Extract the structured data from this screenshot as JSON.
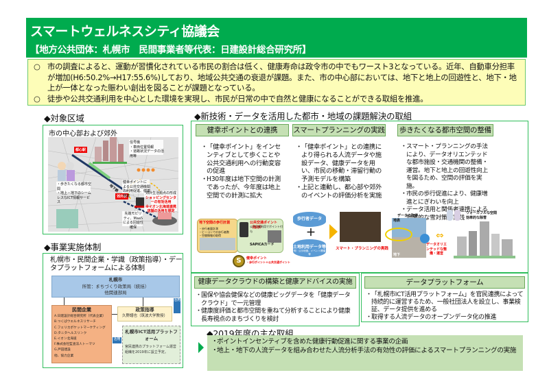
{
  "header": {
    "title": "スマートウェルネスシティ協議会",
    "subtitle": "【地方公共団体：札幌市　民間事業者等代表：日建設計総合研究所】"
  },
  "summary": {
    "items": [
      {
        "bullet": "○",
        "text": "市の調査によると、運動が習慣化されている市民の割合は低く、健康寿命は政令市の中でもワースト3となっている。近年、自動車分担率が増加(H6:50.2%→H17:55.6%)しており、地域公共交通の衰退が課題。また、市の中心部においては、地下と地上の回遊性と、地下・地上が一体となった賑わい創出を図ることが課題となっている。"
      },
      {
        "bullet": "○",
        "text": "徒歩や公共交通利用を中心とした環境を実現し、市民が日常の中で自然と健康になることができる取組を推進。"
      }
    ]
  },
  "target_area": {
    "heading": "◆対象区域",
    "caption": "市の中心部および郊外",
    "map_labels": {
      "central_station": "都心駅",
      "suburb_station": "郊外駅",
      "underground": "地下鉄",
      "info_note": "信号機\n・車両位置情報\n・道路状況データの活用等",
      "walkable_note": "・歩きたくなる都市空間\n・地上・地下のシームレスなICT情報サービス",
      "health_point_note": "健幸ポイントによる公共交通機関の利用促進、健康増進",
      "suburb_hub": "郊外生活拠点の形成",
      "shopping_center": "ショッピングセンターの有効活用",
      "aeon_note": "※イオン北海道連携店舗の活用を想定",
      "mobility_note": "先端モビリティ、MaaSによる回遊性確保"
    }
  },
  "org": {
    "heading": "◆事業実施体制",
    "caption": "札幌市・民間企業・学識（政策指導）・データプラットフォームによる体制",
    "city": {
      "name": "札幌市",
      "line2": "所管：まちづくり政策局（統括）",
      "line3": "他関連部局"
    },
    "private": {
      "name": "民間企業",
      "members": [
        "A.日建設計総合研究所（代表企業）",
        "B.つくばウエルネスリサーチ",
        "C.フェリカポケットマーケティング",
        "D.タニタヘルスリンク",
        "E.イオン北海道",
        "F.株式会社監査法人トーマツ",
        "G.戸田建設",
        "他、協力企業"
      ]
    },
    "policy": {
      "name": "政策指導",
      "person": "久野譜也（筑波大学教授）"
    },
    "platform": {
      "name": "札幌市ICT活用プラットフォーム",
      "note": "官民連携のプラットフォーム運営組織を2019年に設立予定。"
    },
    "tag_use": "活用"
  },
  "initiatives": {
    "heading": "◆新技術・データを活用した都市・地域の課題解決の取組",
    "columns": [
      {
        "title": "健幸ポイントとの連携",
        "bullets": [
          "「健幸ポイント」をインセンティブとして歩くことや公共交通利用への行動変容の促進",
          "H30年度は地下空間の計測であったが、今年度は地上空間での計測に拡大"
        ]
      },
      {
        "title": "スマートプランニングの実践",
        "bullets": [
          "「健幸ポイント」との連携により得られる人流データや施設データ、健康データを用い、市民の移動・滞留行動の予測モデルを構築",
          "上記と連動し、都心部や郊外のイベントの評価分析を実施"
        ]
      },
      {
        "title": "歩きたくなる都市空間の整備",
        "bullets": [
          "スマート・プランニングの手法により、データオリエンテッドな都市施設・交通機関の整備・運営。地下と地上の回遊性向上を図るため、空間の評価を実施。",
          "市民の歩行促進により、健康増進とにぎわいを向上",
          "データ活用と関係者連携による効率的な雪対策の実践"
        ]
      }
    ],
    "figure_labels": {
      "underground_measure": "地下空間の歩行計測",
      "measure_sub": "・歩行者量計測\n・ビーコンでの歩行者数\n・空間情報の取得",
      "transit_point": "公共交通ポイント（既存）",
      "transit_sub": "公共交通利用でポイント付与",
      "sapica": "SAPICAカード",
      "health_point": "健幸ポイント",
      "health_point_sub": "・歩行ポイント＋公共交通ポイント",
      "pedestrian_data": "歩行者データ",
      "land_use_data": "土地利用データ等",
      "land_use_sub": "例）公示地価、イベント開催等",
      "smart_planning": "スマート・プランニングの実践",
      "data_acquisition": "データの取得",
      "ground": "地表",
      "underground": "地下",
      "data_oriented": "データオリエンテッドな整備・運営",
      "walkable": "ウォーカブルな空間",
      "snow": "効率的な除雪"
    },
    "lower": [
      {
        "title": "健康データクラウドの構築と健康アドバイスの実施",
        "bullets": [
          "国保や協会健保などの健康ビッグデータを「健康データクラウド」で一元管理",
          "健康度評価と都市空間を重ねて分析することにより健康長寿視点のまちづくりを検討"
        ]
      },
      {
        "title": "データプラットフォーム",
        "bullets": [
          "「札幌市ICT活用プラットフォーム」を官民連携によって持続的に運営するため、一般社団法人を設立し、事業検証、データ提供を進める",
          "取得する人流データのオープンデータ化の推進"
        ]
      }
    ]
  },
  "fy2019": {
    "heading": "◆2019年度の主な取組",
    "bullets": [
      "ポイントインセンティブを含めた健康行動促進に関する事業の企画",
      "地上・地下の人流データを組み合わせた人流分析手法の有効性の評価によるスマートプランニングの実施"
    ]
  },
  "colors": {
    "header_green": "#00ab4e",
    "summary_bg": "#fdfdb8",
    "tab_bg": "#c5e0b4",
    "frame_green": "#2ebd5a",
    "accent_red": "#ee0000",
    "accent_blue": "#5b9bd5"
  }
}
